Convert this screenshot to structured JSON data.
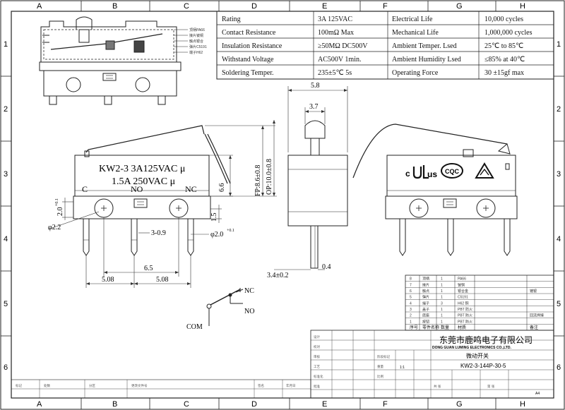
{
  "border": {
    "columns": [
      "A",
      "B",
      "C",
      "D",
      "E",
      "F",
      "G",
      "H"
    ],
    "rows": [
      "1",
      "2",
      "3",
      "4",
      "5",
      "6"
    ]
  },
  "spec_table": [
    [
      "Rating",
      "3A  125VAC",
      "Electrical Life",
      "10,000 cycles"
    ],
    [
      "Contact Resistance",
      "100mΩ  Max",
      "Mechanical Life",
      "1,000,000 cycles"
    ],
    [
      "Insulation Resistance",
      "≥50MΩ  DC500V",
      "Ambient Temper. Lsed",
      "25℃  to  85℃"
    ],
    [
      "Withstand Voltage",
      "AC500V  1min.",
      "Ambient Humidity Lsed",
      "≤85% at 40℃"
    ],
    [
      "Soldering Temper.",
      "235±5℃ 5s",
      "Operating Force",
      "30 ±15gf max"
    ]
  ],
  "front_view": {
    "marking_line1": "KW2-3  3A125VAC  μ",
    "marking_line2": "1.5A  250VAC  μ",
    "terminals": [
      "C",
      "NO",
      "NC"
    ],
    "dims": {
      "pitch1": "5.08",
      "pitch2": "5.08",
      "hole_dist": "6.5",
      "slot": "3-0.9",
      "hole_dia": "φ2.2",
      "hole_dia2": "φ2.0",
      "hole_tol": "+0.1",
      "height_op": "6.6",
      "fp": "FP:8.6±0.8",
      "op": "OP:10.0±0.8",
      "h_left": "2.0",
      "h_left_tol": "+0.1",
      "h_right": "1.5"
    }
  },
  "side_view": {
    "width": "5.8",
    "plunger": "3.7",
    "thickness": "3.4±0.2",
    "pin": "0.4"
  },
  "circuit": {
    "nc": "NC",
    "no": "NO",
    "com": "COM"
  },
  "cert_marks": {
    "c": "c",
    "us": "us",
    "ccc": "CQC"
  },
  "bom_table": {
    "rows": [
      [
        "8",
        "顶柄",
        "1",
        "PA66",
        ""
      ],
      [
        "7",
        "接片",
        "1",
        "铍铜",
        ""
      ],
      [
        "6",
        "触点",
        "1",
        "银合金",
        "镀银"
      ],
      [
        "5",
        "弹片",
        "1",
        "C5191",
        ""
      ],
      [
        "4",
        "端子",
        "3",
        "H62 铜",
        ""
      ],
      [
        "3",
        "盖子",
        "1",
        "PBT 防火",
        ""
      ],
      [
        "2",
        "底座",
        "1",
        "PBT 防火",
        "回流焊接"
      ],
      [
        "1",
        "按钮",
        "1",
        "PBT 防火",
        ""
      ]
    ],
    "header": [
      "序号",
      "零件名称",
      "数量",
      "材质",
      "备注"
    ]
  },
  "title_block": {
    "company": "东莞市鹿鸣电子有限公司",
    "company_en": "DONG GUAN LUMING ELECTRONICS CO.,LTD.",
    "product": "微动开关",
    "part_no": "KW2-3-144P-30-5",
    "labels": [
      "标记",
      "处数",
      "分区",
      "更改文件号",
      "签名",
      "年月日",
      "设计",
      "校对",
      "审核",
      "工艺",
      "标准化",
      "批准",
      "阶段标记",
      "重量",
      "比例",
      "共 张",
      "第 张"
    ],
    "scale": "1:1",
    "sheet": "A4"
  }
}
